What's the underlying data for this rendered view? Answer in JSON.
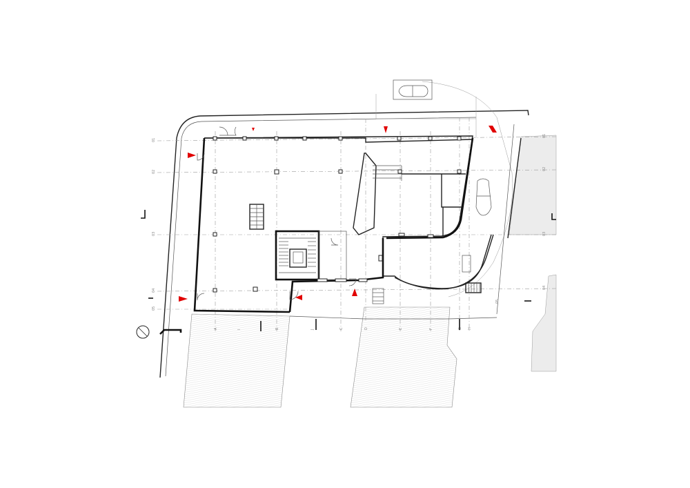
{
  "drawing": {
    "type": "architectural floor plan",
    "colors": {
      "background": "#ffffff",
      "walls": "#111111",
      "entrance_markers": "#e10000",
      "hatch": "#bdbdbd",
      "grid": "#9a9a9a"
    },
    "north_arrow": {
      "icon": "north-arrow-circle"
    },
    "axis_labels": {
      "rows_left": [
        "01",
        "02",
        "03",
        "04",
        "05"
      ],
      "rows_right": [
        "01",
        "02",
        "03",
        "04",
        "05"
      ],
      "cols_bottom": [
        "A",
        "B",
        "C",
        "D",
        "E",
        "F",
        "G",
        "H",
        "I",
        "J"
      ]
    },
    "icons": [
      "car-top-view-icon",
      "staircase-icon",
      "elevator-icon",
      "door-swing-icon",
      "section-cut-icon"
    ]
  }
}
